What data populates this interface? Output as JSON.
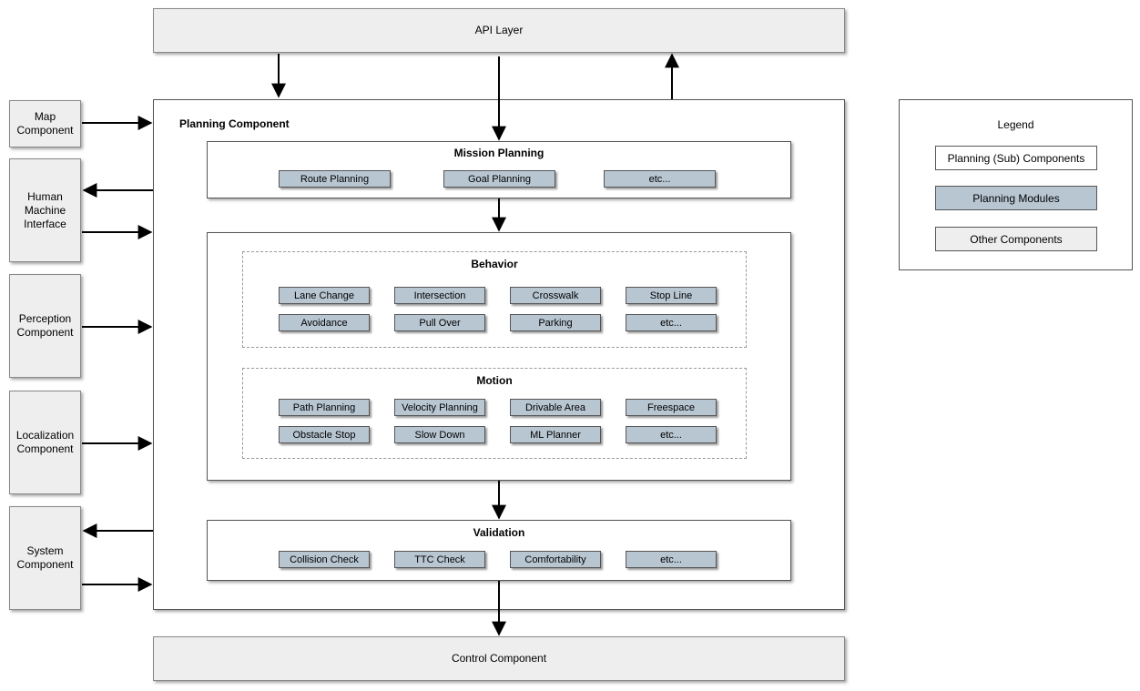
{
  "api_layer": "API Layer",
  "control_component": "Control Component",
  "planning_component": "Planning Component",
  "external": {
    "map": "Map\nComponent",
    "hmi": "Human\nMachine\nInterface",
    "perception": "Perception\nComponent",
    "localization": "Localization\nComponent",
    "system": "System\nComponent"
  },
  "mission": {
    "title": "Mission Planning",
    "modules": [
      "Route Planning",
      "Goal Planning",
      "etc..."
    ]
  },
  "behavior": {
    "title": "Behavior",
    "modules": [
      "Lane Change",
      "Intersection",
      "Crosswalk",
      "Stop Line",
      "Avoidance",
      "Pull Over",
      "Parking",
      "etc..."
    ]
  },
  "motion": {
    "title": "Motion",
    "modules": [
      "Path Planning",
      "Velocity Planning",
      "Drivable Area",
      "Freespace",
      "Obstacle Stop",
      "Slow Down",
      "ML Planner",
      "etc..."
    ]
  },
  "validation": {
    "title": "Validation",
    "modules": [
      "Collision Check",
      "TTC Check",
      "Comfortability",
      "etc..."
    ]
  },
  "legend": {
    "title": "Legend",
    "items": [
      "Planning (Sub) Components",
      "Planning Modules",
      "Other Components"
    ]
  },
  "colors": {
    "module_fill": "#b8c6d2",
    "other_fill": "#eeeeee",
    "sub_component_fill": "#ffffff"
  }
}
